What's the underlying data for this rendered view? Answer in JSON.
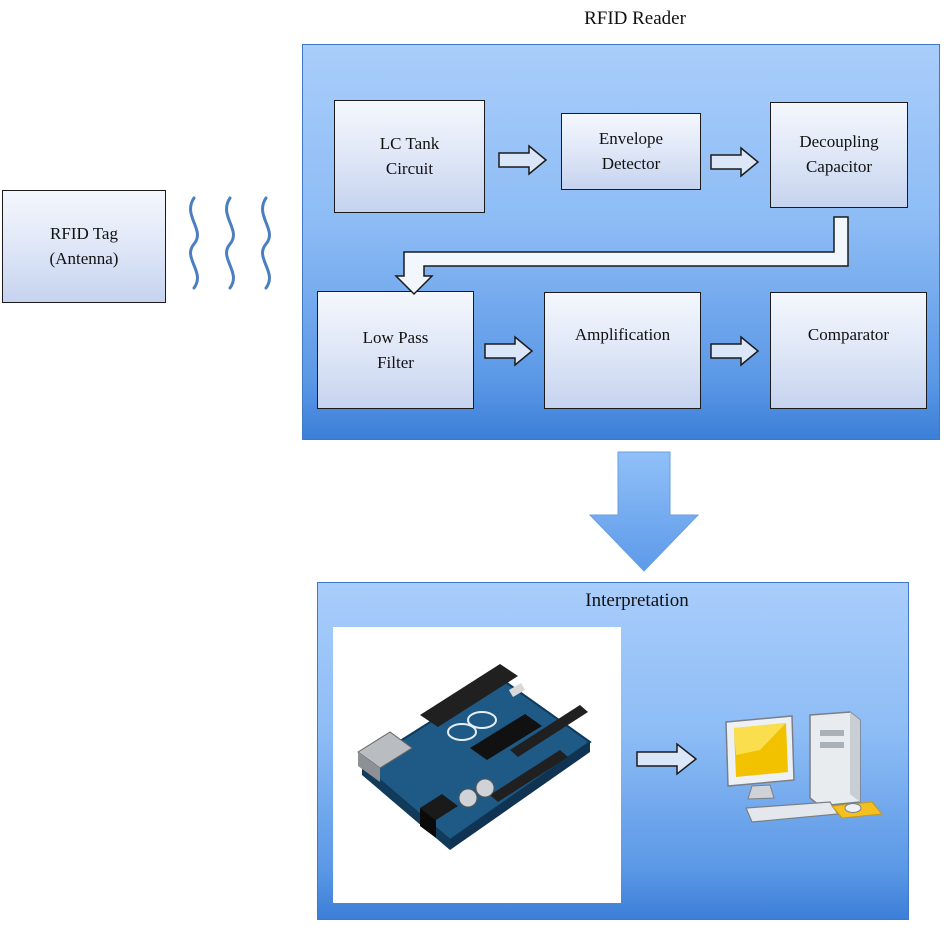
{
  "reader": {
    "title": "RFID Reader",
    "blocks": {
      "lc_tank": "LC Tank\nCircuit",
      "envelope": "Envelope\nDetector",
      "decoupling": "Decoupling\nCapacitor",
      "low_pass": "Low Pass\nFilter",
      "amplification": "Amplification",
      "comparator": "Comparator"
    }
  },
  "tag": {
    "label": "RFID Tag\n(Antenna)"
  },
  "interpretation": {
    "title": "Interpretation"
  },
  "icons": {
    "arduino": "arduino-board-icon",
    "computer": "desktop-computer-icon",
    "waves": "wireless-wave-icon"
  },
  "colors": {
    "panel_top": "#a9cdfb",
    "panel_bottom": "#3c7fd8",
    "block_fill": "#dfe7f7",
    "big_arrow": "#6aa6ee"
  }
}
